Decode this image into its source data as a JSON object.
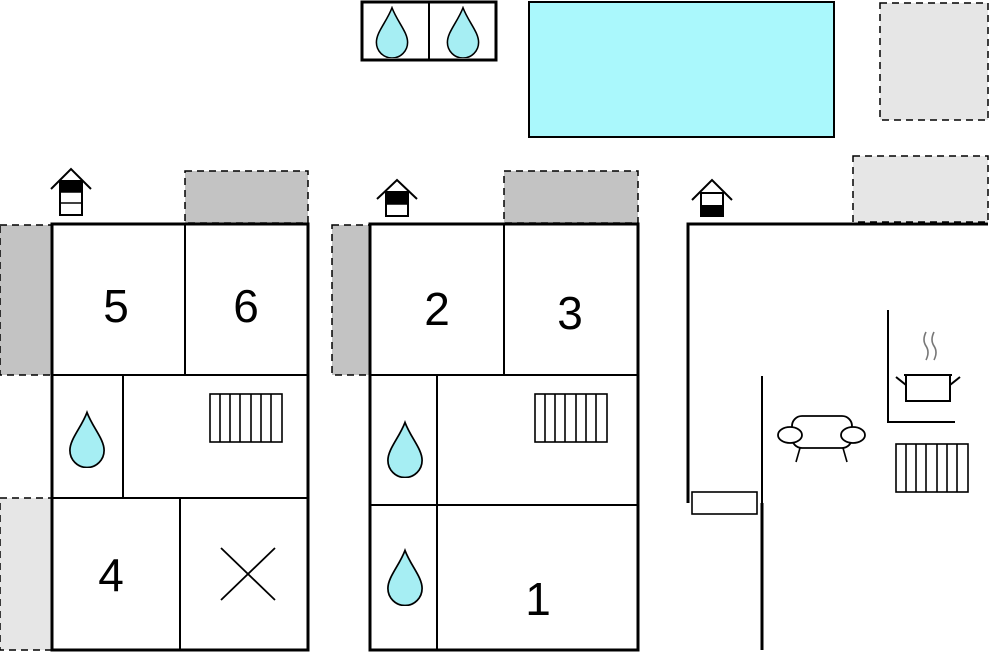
{
  "floorplan": {
    "colors": {
      "pool": "#aaf8fc",
      "water_drop": "#a6eef3",
      "terrace_dark": "#c3c3c3",
      "terrace_light": "#e6e6e6",
      "walls": "#000000",
      "background": "#ffffff"
    },
    "rooms": {
      "room_5": "5",
      "room_6": "6",
      "room_4": "4",
      "room_2": "2",
      "room_3": "3",
      "room_1": "1"
    },
    "icons": [
      "water-drop-icon",
      "radiator-icon",
      "sofa-icon",
      "cooking-pot-icon",
      "house-level-icon",
      "cross-icon",
      "pool-icon",
      "terrace-icon"
    ]
  }
}
